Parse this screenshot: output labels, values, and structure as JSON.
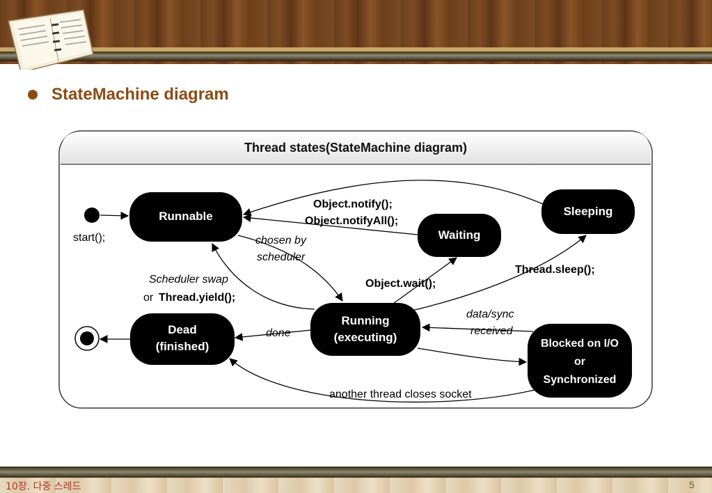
{
  "slide": {
    "section_title": "StateMachine diagram",
    "footer_label": "10장. 다중 스레드",
    "page_number": "5"
  },
  "diagram": {
    "title": "Thread states(StateMachine diagram)",
    "states": {
      "runnable": "Runnable",
      "waiting": "Waiting",
      "sleeping": "Sleeping",
      "running_line1": "Running",
      "running_line2": "(executing)",
      "dead_line1": "Dead",
      "dead_line2": "(finished)",
      "blocked_line1": "Blocked on I/O",
      "blocked_line2": "or",
      "blocked_line3": "Synchronized"
    },
    "transitions": {
      "start": "start();",
      "notify_line1": "Object.notify();",
      "notify_line2": "Object.notifyAll();",
      "chosen_line1": "chosen by",
      "chosen_line2": "scheduler",
      "swap_line1": "Scheduler swap",
      "swap_or": "or",
      "swap_yield": "Thread.yield();",
      "wait": "Object.wait();",
      "sleep": "Thread.sleep();",
      "done": "done",
      "data_line1": "data/sync",
      "data_line2": "received",
      "closes": "another thread closes socket"
    }
  },
  "colors": {
    "accent": "#8b4c12",
    "state_fill": "#000000",
    "footer_text": "#b5322a"
  }
}
